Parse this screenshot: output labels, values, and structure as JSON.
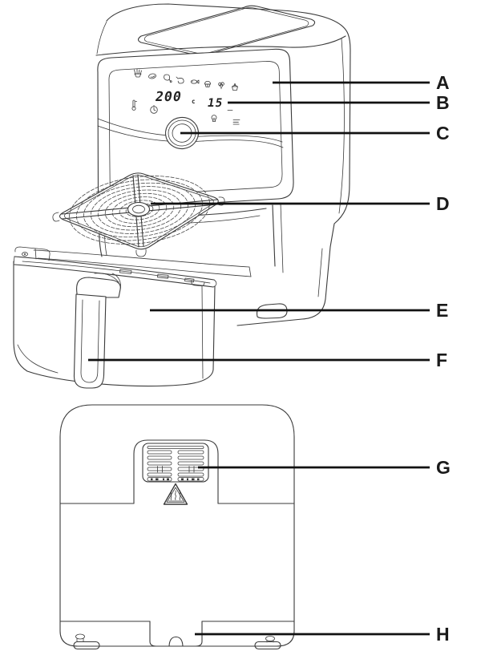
{
  "diagram_labels": [
    "A",
    "B",
    "C",
    "D",
    "E",
    "F",
    "G",
    "H"
  ],
  "display": {
    "temperature": "200",
    "temperature_unit": "c",
    "time": "15"
  },
  "panel_icons": [
    "fries-icon",
    "steak-icon",
    "chicken-leg-icon",
    "shrimp-icon",
    "fish-icon",
    "muffin-icon",
    "vegetable-icon",
    "cake-icon"
  ],
  "control_icons": [
    "thermometer-icon",
    "timer-icon",
    "control-knob",
    "light-icon",
    "keep-warm-icon"
  ],
  "warning_icons": [
    "hot-surface-warning-icon"
  ],
  "colors": {
    "line": "#3a3a3a",
    "callout": "#111111",
    "background": "#ffffff"
  }
}
